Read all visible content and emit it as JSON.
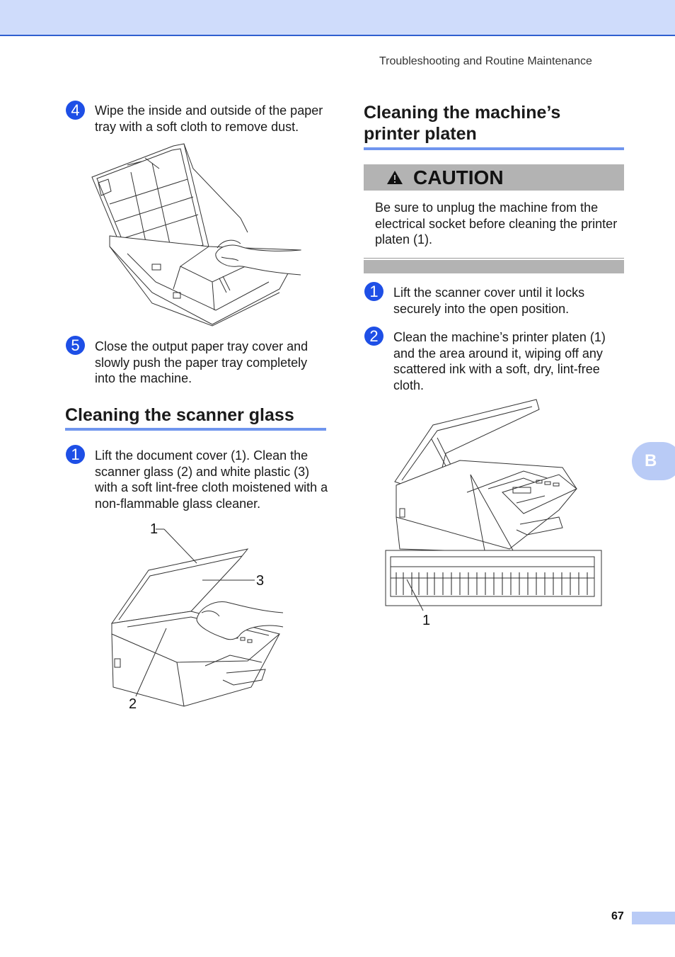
{
  "header": {
    "running_title": "Troubleshooting and Routine Maintenance"
  },
  "left_column": {
    "step4": {
      "number": "4",
      "text": "Wipe the inside and outside of the paper tray with a soft cloth to remove dust."
    },
    "step5": {
      "number": "5",
      "text": "Close the output paper tray cover and slowly push the paper tray completely into the machine."
    },
    "scanner_section": {
      "heading": "Cleaning the scanner glass",
      "step1": {
        "number": "1",
        "text": "Lift the document cover (1). Clean the scanner glass (2) and white plastic (3) with a soft lint-free cloth moistened with a non-flammable glass cleaner."
      },
      "callouts": [
        "1",
        "2",
        "3"
      ]
    }
  },
  "right_column": {
    "platen_section": {
      "heading_line1": "Cleaning the machine’s",
      "heading_line2": "printer platen",
      "caution": {
        "label": "CAUTION",
        "text": "Be sure to unplug the machine from the electrical socket before cleaning the printer platen (1)."
      },
      "step1": {
        "number": "1",
        "text": "Lift the scanner cover until it locks securely into the open position."
      },
      "step2": {
        "number": "2",
        "text": "Clean the machine’s printer platen (1) and the area around it, wiping off any scattered ink with a soft, dry, lint-free cloth."
      },
      "callout": "1"
    }
  },
  "side_tab": {
    "letter": "B"
  },
  "footer": {
    "page_number": "67"
  },
  "colors": {
    "accent_blue": "#1e4fe6",
    "band_light_blue": "#cfdcfb",
    "heading_rule": "#6f95ee",
    "caution_gray": "#b3b3b3"
  },
  "icons": [
    "warning-triangle-icon"
  ]
}
